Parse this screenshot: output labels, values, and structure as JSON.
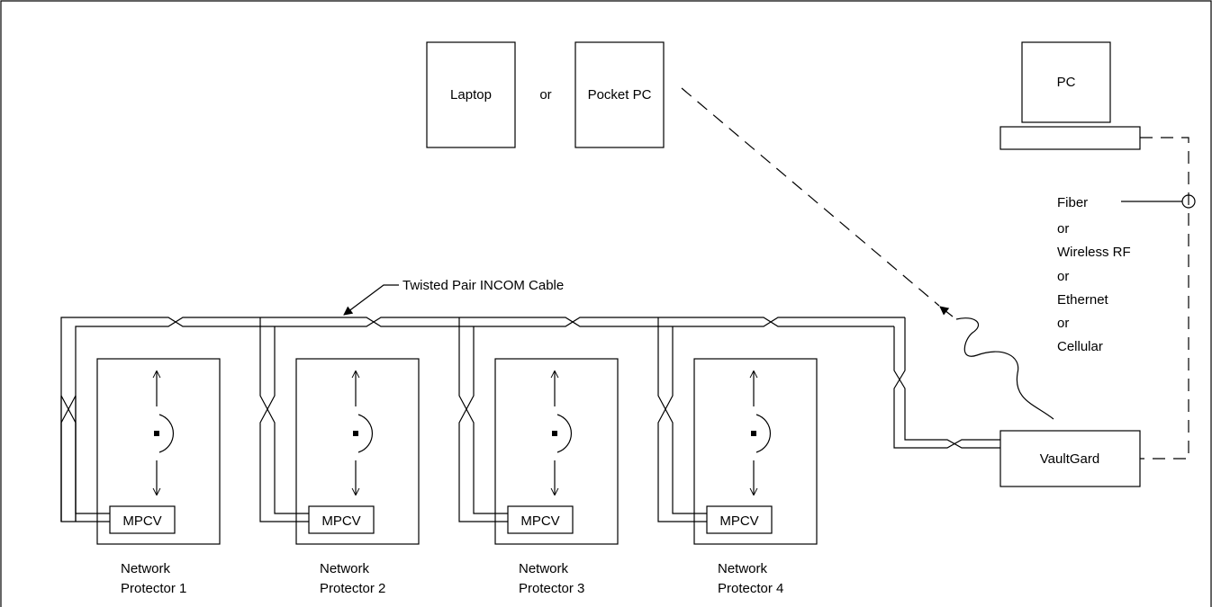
{
  "devices": {
    "laptop": "Laptop",
    "or_text": "or",
    "pocket_pc": "Pocket PC",
    "pc": "PC",
    "vaultgard": "VaultGard"
  },
  "cable_label": "Twisted Pair INCOM Cable",
  "comm_options": [
    "Fiber",
    "or",
    "Wireless RF",
    "or",
    "Ethernet",
    "or",
    "Cellular"
  ],
  "protectors": [
    {
      "module": "MPCV",
      "label_line1": "Network",
      "label_line2": "Protector 1"
    },
    {
      "module": "MPCV",
      "label_line1": "Network",
      "label_line2": "Protector 2"
    },
    {
      "module": "MPCV",
      "label_line1": "Network",
      "label_line2": "Protector 3"
    },
    {
      "module": "MPCV",
      "label_line1": "Network",
      "label_line2": "Protector 4"
    }
  ]
}
